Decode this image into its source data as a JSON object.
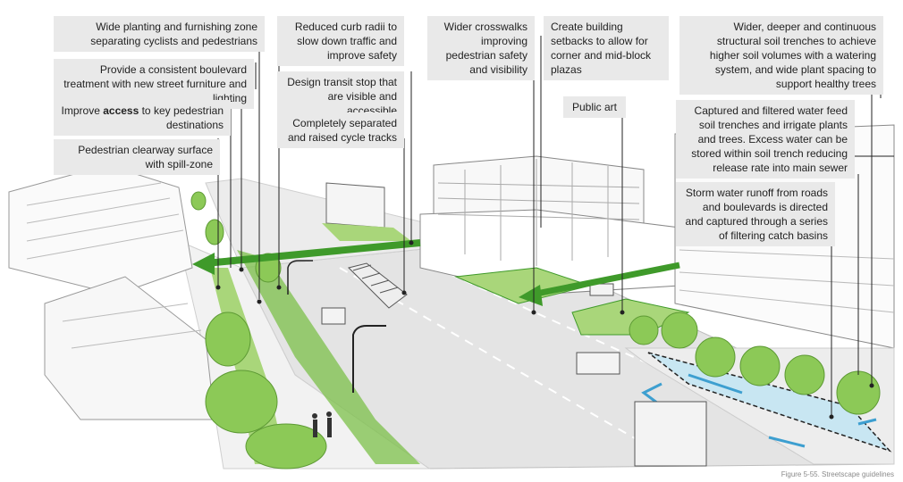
{
  "labels": {
    "planting_zone": "Wide planting and furnishing zone separating cyclists and pedestrians",
    "boulevard": "Provide a consistent boulevard treatment with new street furniture and lighting",
    "access_pre": "Improve ",
    "access_bold": "access",
    "access_post": " to key pedestrian destinations",
    "clearway": "Pedestrian clearway surface with spill-zone",
    "curb_radii": "Reduced curb radii to slow down traffic and improve safety",
    "transit_stop": "Design transit stop that are visible and accessible",
    "cycle_tracks": "Completely separated and raised  cycle tracks",
    "crosswalks": "Wider crosswalks improving pedestrian safety and visibility",
    "setbacks": "Create building setbacks to allow for corner and mid-block plazas",
    "public_art": "Public art",
    "soil_trenches": "Wider, deeper and continuous structural soil trenches to achieve higher soil volumes with a watering system, and wide plant spacing to support healthy trees",
    "filtered_water": "Captured and filtered water feed soil trenches and irrigate plants and trees. Excess water can be stored within soil trench reducing release rate into main sewer",
    "storm_water": "Storm water runoff from roads and boulevards is directed and captured through a series of filtering catch basins"
  },
  "caption": "Figure 5-55. Streetscape guidelines",
  "colors": {
    "green_light": "#a9d67a",
    "green_mid": "#7cc04a",
    "green_dark": "#3f9a2a",
    "blue": "#3d9fd0",
    "label_bg": "#e9e9e9",
    "leader": "#222222"
  }
}
